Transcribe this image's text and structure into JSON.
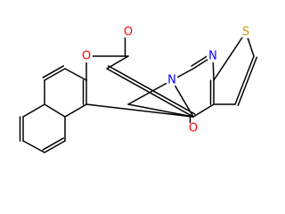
{
  "structure": {
    "atoms": [
      {
        "id": "o-carbonyl-coumarin",
        "symbol": "O",
        "color": "#ff0000"
      },
      {
        "id": "o-ring",
        "symbol": "O",
        "color": "#ff0000"
      },
      {
        "id": "n-pyrimidine",
        "symbol": "N",
        "color": "#0000ff"
      },
      {
        "id": "n-linker",
        "symbol": "N",
        "color": "#0000ff"
      },
      {
        "id": "s-thiophene",
        "symbol": "S",
        "color": "#c8a000"
      },
      {
        "id": "o-carbonyl-pyrimidinone",
        "symbol": "O",
        "color": "#ff0000"
      }
    ]
  }
}
